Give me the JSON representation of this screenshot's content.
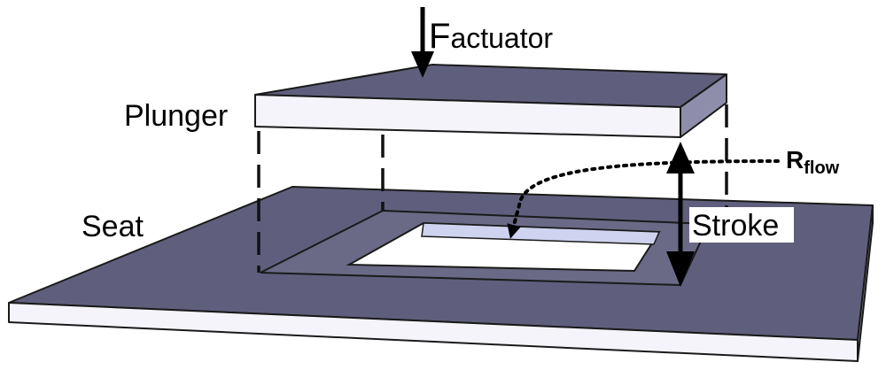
{
  "labels": {
    "force_main": "F",
    "force_sub": "actuator",
    "plunger": "Plunger",
    "seat": "Seat",
    "stroke": "Stroke",
    "flow_main": "R",
    "flow_sub": "flow"
  },
  "colors": {
    "slab_top": "#5f5f7d",
    "slab_side": "#f4f4fa",
    "hole_light": "#cfd3ef",
    "outline": "#1a1a1a",
    "arrow": "#000000"
  }
}
